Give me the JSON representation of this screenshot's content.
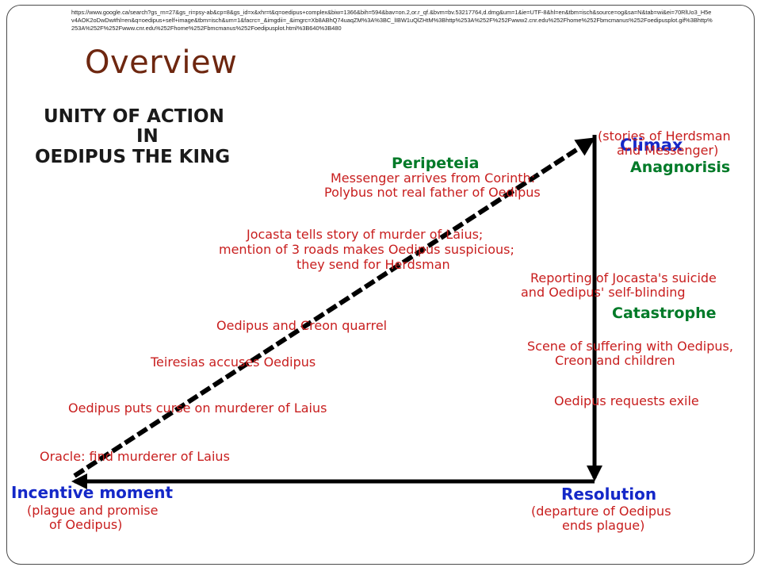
{
  "url_text": "https://www.google.ca/search?gs_rn=27&gs_ri=psy-ab&cp=8&gs_id=x&xhr=t&q=oedipus+complex&biw=1366&bih=594&bav=on.2,or.r_qf.&bvm=bv.53217764,d.dmg&um=1&ie=UTF-8&hl=en&tbm=isch&source=og&sa=N&tab=wi&ei=70RlUo3_H5ev4AOK2oDwDw#hl=en&q=oedipus+self+image&tbm=isch&um=1&facrc=_&imgdii=_&imgrc=Xb8ABhQ74uaqZM%3A%3BC_lIBW1uQlZHtM%3Bhttp%253A%252F%252Fwww2.cnr.edu%252Fhome%252Fbmcmanus%252Foedipusplot.gif%3Bhttp%253A%252F%252Fwww.cnr.edu%252Fhome%252Fbmcmanus%252Foedipusplot.html%3B640%3B480",
  "slide_title": "Overview",
  "diagram": {
    "heading": [
      "UNITY OF ACTION",
      "IN",
      "OEDIPUS THE KING"
    ],
    "climax": {
      "label": "Climax",
      "sub": [
        "(stories of Herdsman",
        "and Messenger)"
      ],
      "anagnorisis": "Anagnorisis"
    },
    "peripeteia": {
      "label": "Peripeteia",
      "lines": [
        "Messenger arrives from Corinth:",
        "Polybus not real father of Oedipus"
      ]
    },
    "rising_events": [
      [
        "Jocasta tells story of murder of Laius;",
        "mention of 3 roads makes Oedipus suspicious;",
        "they send for Herdsman"
      ],
      [
        "Oedipus and Creon quarrel"
      ],
      [
        "Teiresias accuses Oedipus"
      ],
      [
        "Oedipus puts curse on murderer of Laius"
      ],
      [
        "Oracle: find murderer of Laius"
      ]
    ],
    "falling_events": [
      [
        "Reporting of Jocasta's suicide",
        "and Oedipus' self-blinding"
      ],
      [
        "Scene of suffering with Oedipus,",
        "Creon and children"
      ],
      [
        "Oedipus requests exile"
      ]
    ],
    "catastrophe": "Catastrophe",
    "incentive": {
      "label": "Incentive moment",
      "sub": [
        "(plague and promise",
        "of Oedipus)"
      ]
    },
    "resolution": {
      "label": "Resolution",
      "sub": [
        "(departure of Oedipus",
        "ends plague)"
      ]
    },
    "colors": {
      "heading": "#1a1a1a",
      "red": "#c81e1e",
      "blue": "#1428c8",
      "green": "#007a28",
      "arrow": "#000000",
      "background": "#ffffff"
    }
  }
}
